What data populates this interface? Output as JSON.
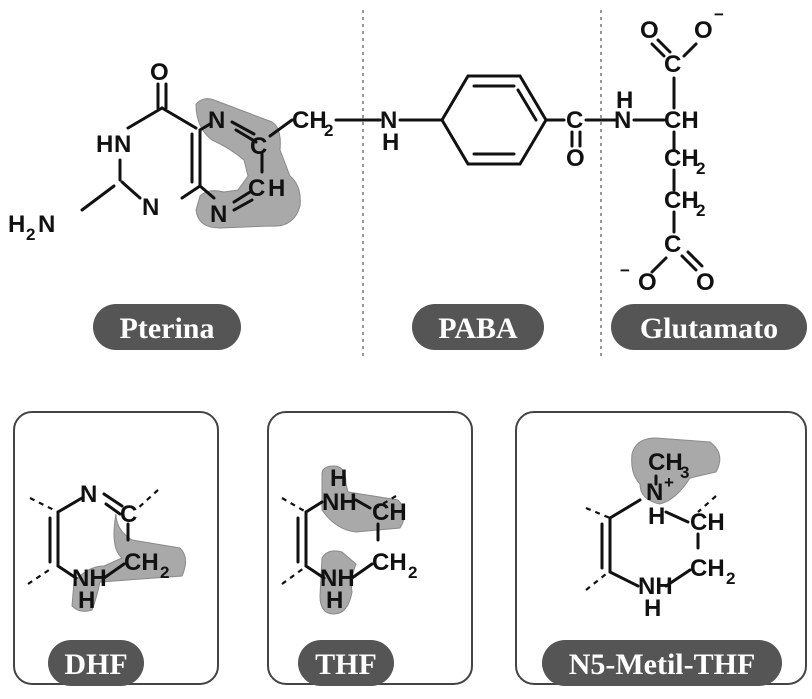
{
  "sections": {
    "pterina": "Pterina",
    "paba": "PABA",
    "glutamato": "Glutamato"
  },
  "variants": {
    "dhf": "DHF",
    "thf": "THF",
    "n5": "N5-Metil-THF"
  },
  "atoms": {
    "O": "O",
    "N": "N",
    "H": "H",
    "C": "C",
    "CH": "CH",
    "NH": "NH",
    "CH2": "CH",
    "CH3": "CH",
    "H2N": "H",
    "two": "2",
    "three": "3",
    "minus": "−",
    "plus": "+"
  },
  "colors": {
    "pill": "#555555",
    "highlight": "#a9a9a9",
    "box_border": "#444444",
    "ink": "#111111"
  }
}
